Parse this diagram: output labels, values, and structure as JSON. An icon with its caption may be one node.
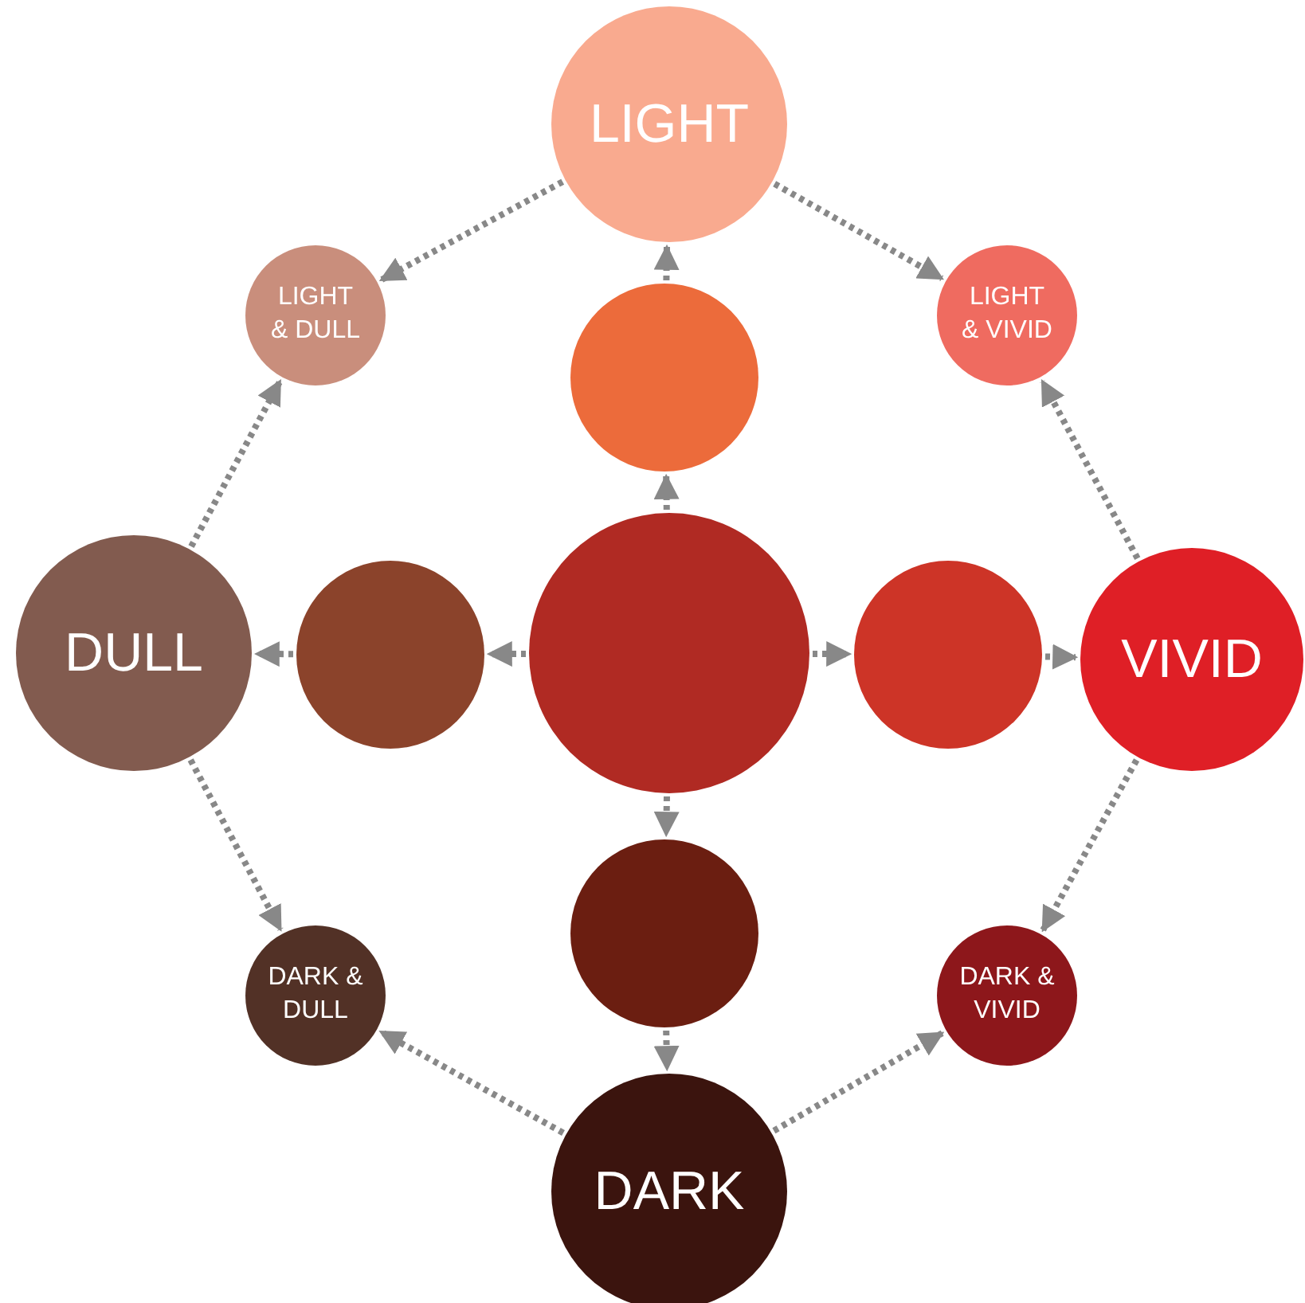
{
  "diagram": {
    "nodes": [
      {
        "text": [
          "LIGHT"
        ]
      },
      {
        "text": [
          "LIGHT & DULL"
        ]
      },
      {
        "text": [
          "LIGHT & VIVID"
        ]
      },
      {
        "text": [],
        "shape": "circle"
      },
      {
        "text": [
          "DULL"
        ]
      },
      {
        "text": [],
        "shape": "circle"
      },
      {
        "text": [],
        "shape": "circle"
      },
      {
        "text": [],
        "shape": "circle"
      },
      {
        "text": [
          "VIVID"
        ]
      },
      {
        "text": [],
        "shape": "circle"
      },
      {
        "text": [
          "DARK & DULL"
        ]
      },
      {
        "text": [
          "DARK & VIVID"
        ]
      },
      {
        "text": [
          "DARK"
        ]
      }
    ],
    "edges": [
      {
        "from": 6,
        "to": 3,
        "arrow": "to"
      },
      {
        "from": 3,
        "to": 0,
        "arrow": "to"
      },
      {
        "from": 6,
        "to": 5,
        "arrow": "to"
      },
      {
        "from": 5,
        "to": 4,
        "arrow": "to"
      },
      {
        "from": 6,
        "to": 7,
        "arrow": "to"
      },
      {
        "from": 7,
        "to": 8,
        "arrow": "to"
      },
      {
        "from": 6,
        "to": 9,
        "arrow": "to"
      },
      {
        "from": 9,
        "to": 12,
        "arrow": "to"
      },
      {
        "from": 0,
        "to": 1,
        "arrow": "to"
      },
      {
        "from": 0,
        "to": 2,
        "arrow": "to"
      },
      {
        "from": 4,
        "to": 1,
        "arrow": "to"
      },
      {
        "from": 8,
        "to": 2,
        "arrow": "to"
      },
      {
        "from": 4,
        "to": 10,
        "arrow": "to"
      },
      {
        "from": 8,
        "to": 11,
        "arrow": "to"
      },
      {
        "from": 12,
        "to": 10,
        "arrow": "to"
      },
      {
        "from": 12,
        "to": 11,
        "arrow": "to"
      }
    ]
  }
}
